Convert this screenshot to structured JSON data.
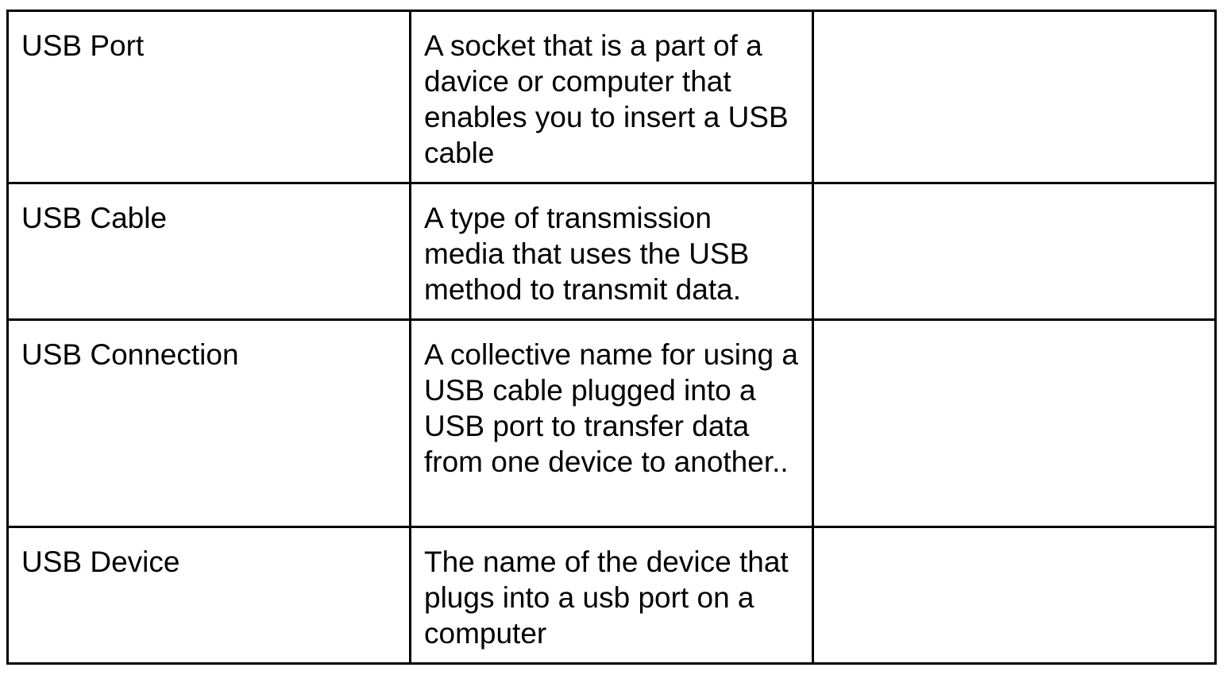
{
  "rows": [
    {
      "term": "USB Port",
      "definition": "A socket that is a part of a davice or computer that enables you to insert a USB cable",
      "third": ""
    },
    {
      "term": "USB Cable",
      "definition": "A type of transmission media that uses the USB method to transmit data.",
      "third": ""
    },
    {
      "term": "USB Connection",
      "definition": "A collective name for using a USB cable plugged into a USB port to transfer data from one device to another..",
      "third": ""
    },
    {
      "term": "USB Device",
      "definition": "The name of the device that plugs into a usb port on a computer",
      "third": ""
    }
  ]
}
